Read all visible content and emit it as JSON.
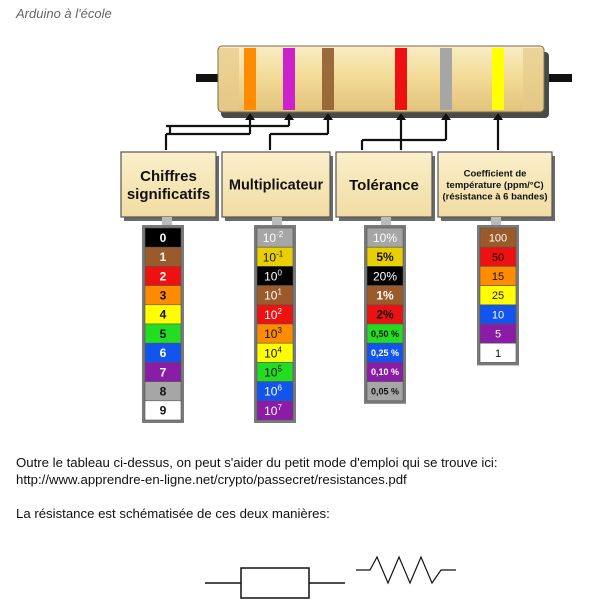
{
  "header": "Arduino à l'école",
  "diagram": {
    "boxes": [
      {
        "lines": [
          "Chiffres",
          "significatifs"
        ]
      },
      {
        "lines": [
          "Multiplicateur"
        ]
      },
      {
        "lines": [
          "Tolérance"
        ]
      },
      {
        "lines": [
          "Coefficient de",
          "température (ppm/°C)",
          "(résistance à 6 bandes)"
        ]
      }
    ],
    "digits": [
      {
        "label": "0",
        "color": "#000000",
        "text": "#ffffff"
      },
      {
        "label": "1",
        "color": "#9b5a2a",
        "text": "#ffffff"
      },
      {
        "label": "2",
        "color": "#ee1111",
        "text": "#ffffff"
      },
      {
        "label": "3",
        "color": "#ff8c00",
        "text": "#111111"
      },
      {
        "label": "4",
        "color": "#ffff00",
        "text": "#111111"
      },
      {
        "label": "5",
        "color": "#22dd22",
        "text": "#111111"
      },
      {
        "label": "6",
        "color": "#1155ee",
        "text": "#ffffff"
      },
      {
        "label": "7",
        "color": "#8a1ca8",
        "text": "#ffffff"
      },
      {
        "label": "8",
        "color": "#a6a6a6",
        "text": "#111111"
      },
      {
        "label": "9",
        "color": "#ffffff",
        "text": "#111111"
      }
    ],
    "multipliers": [
      {
        "base": "10",
        "exp": "-2",
        "color": "#a6a6a6",
        "text": "#ffffff"
      },
      {
        "base": "10",
        "exp": "-1",
        "color": "#e8d000",
        "text": "#111111"
      },
      {
        "base": "10",
        "exp": "0",
        "color": "#000000",
        "text": "#ffffff"
      },
      {
        "base": "10",
        "exp": "1",
        "color": "#9b5a2a",
        "text": "#ffffff"
      },
      {
        "base": "10",
        "exp": "2",
        "color": "#ee1111",
        "text": "#ffffff"
      },
      {
        "base": "10",
        "exp": "3",
        "color": "#ff8c00",
        "text": "#111111"
      },
      {
        "base": "10",
        "exp": "4",
        "color": "#ffff00",
        "text": "#111111"
      },
      {
        "base": "10",
        "exp": "5",
        "color": "#22dd22",
        "text": "#111111"
      },
      {
        "base": "10",
        "exp": "6",
        "color": "#1155ee",
        "text": "#ffffff"
      },
      {
        "base": "10",
        "exp": "7",
        "color": "#8a1ca8",
        "text": "#ffffff"
      }
    ],
    "tolerances": [
      {
        "label": "10%",
        "color": "#a6a6a6",
        "text": "#ffffff"
      },
      {
        "label": "5%",
        "color": "#e8d000",
        "text": "#111111"
      },
      {
        "label": "20%",
        "color": "#000000",
        "text": "#ffffff"
      },
      {
        "label": "1%",
        "color": "#9b5a2a",
        "text": "#ffffff"
      },
      {
        "label": "2%",
        "color": "#ee1111",
        "text": "#111111"
      },
      {
        "label": "0,50 %",
        "color": "#22dd22",
        "text": "#111111"
      },
      {
        "label": "0,25 %",
        "color": "#1155ee",
        "text": "#ffffff"
      },
      {
        "label": "0,10 %",
        "color": "#8a1ca8",
        "text": "#ffffff"
      },
      {
        "label": "0,05 %",
        "color": "#a6a6a6",
        "text": "#111111"
      }
    ],
    "tempcoef": [
      {
        "label": "100",
        "color": "#9b5a2a",
        "text": "#ffffff"
      },
      {
        "label": "50",
        "color": "#ee1111",
        "text": "#111111"
      },
      {
        "label": "15",
        "color": "#ff8c00",
        "text": "#111111"
      },
      {
        "label": "25",
        "color": "#ffff00",
        "text": "#111111"
      },
      {
        "label": "10",
        "color": "#1155ee",
        "text": "#ffffff"
      },
      {
        "label": "5",
        "color": "#8a1ca8",
        "text": "#ffffff"
      },
      {
        "label": "1",
        "color": "#ffffff",
        "text": "#111111"
      }
    ],
    "resistor_bands": [
      "#ff8c00",
      "#cc22cc",
      "#9b6a3a",
      "#ee1111",
      "#a6a6a6",
      "#ffff00"
    ]
  },
  "text": {
    "paragraph1_line1": "Outre le tableau ci-dessus, on peut s'aider du petit mode d'emploi qui se trouve ici:",
    "paragraph1_line2": "http://www.apprendre-en-ligne.net/crypto/passecret/resistances.pdf",
    "paragraph2": "La résistance est schématisée de ces deux manières:"
  }
}
